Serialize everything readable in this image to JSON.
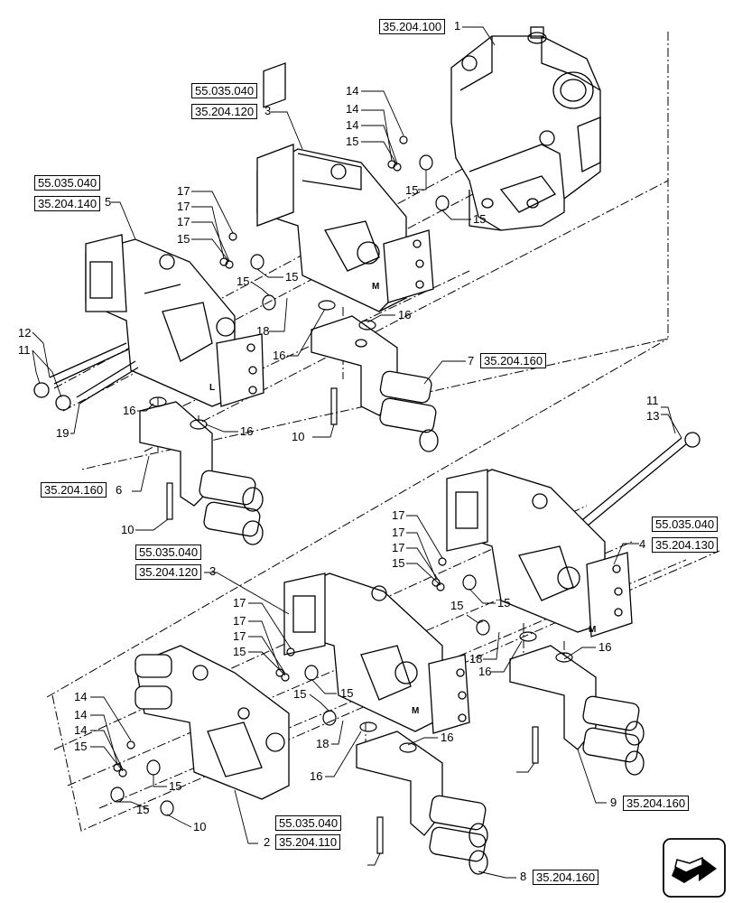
{
  "refs": {
    "r1": "35.204.100",
    "r3a_top": "55.035.040",
    "r3a_bot": "35.204.120",
    "r5_top": "55.035.040",
    "r5_bot": "35.204.140",
    "r7": "35.204.160",
    "r6": "35.204.160",
    "r4_top": "55.035.040",
    "r4_bot": "35.204.130",
    "r3b_top": "55.035.040",
    "r3b_bot": "35.204.120",
    "r2_top": "55.035.040",
    "r2_bot": "35.204.110",
    "r9": "35.204.160",
    "r8": "35.204.160"
  },
  "callouts": [
    "1",
    "3",
    "5",
    "7",
    "6",
    "4",
    "3",
    "2",
    "9",
    "8",
    "14",
    "14",
    "14",
    "15",
    "15",
    "15",
    "17",
    "17",
    "17",
    "15",
    "15",
    "15",
    "18",
    "16",
    "16",
    "12",
    "11",
    "19",
    "16",
    "16",
    "10",
    "10",
    "11",
    "13",
    "17",
    "17",
    "17",
    "15",
    "15",
    "15",
    "18",
    "16",
    "16",
    "17",
    "17",
    "17",
    "15",
    "15",
    "15",
    "18",
    "16",
    "16",
    "14",
    "14",
    "14",
    "15",
    "15",
    "15",
    "10"
  ],
  "nav": {
    "icon": "next-page-arrow-icon"
  }
}
